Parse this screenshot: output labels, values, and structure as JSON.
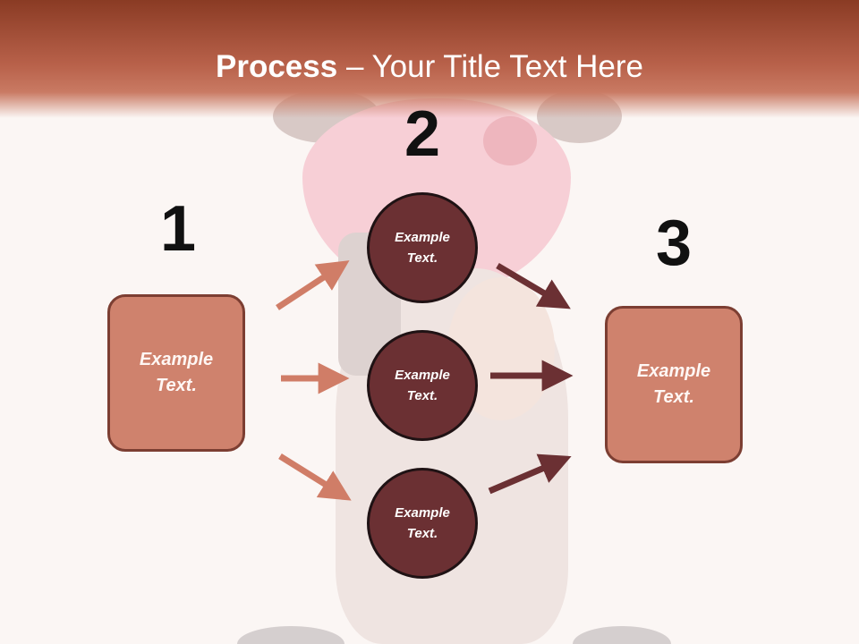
{
  "title": {
    "bold": "Process",
    "rest": " – Your Title Text Here"
  },
  "steps": [
    {
      "number": "1",
      "text": "Example Text."
    },
    {
      "number": "2",
      "text": "Example Text."
    },
    {
      "number": "3",
      "text": "Example Text."
    }
  ],
  "circles": [
    {
      "text": "Example Text."
    },
    {
      "text": "Example Text."
    },
    {
      "text": "Example Text."
    }
  ],
  "colors": {
    "title_band": "#b8614a",
    "box_fill": "#cf826d",
    "box_border": "#7c3e32",
    "circle_fill": "#6b3033",
    "arrow_light": "#d07d67",
    "arrow_dark": "#6b3033",
    "number": "#111111"
  },
  "icons": {
    "arrows": "arrow-icon"
  }
}
